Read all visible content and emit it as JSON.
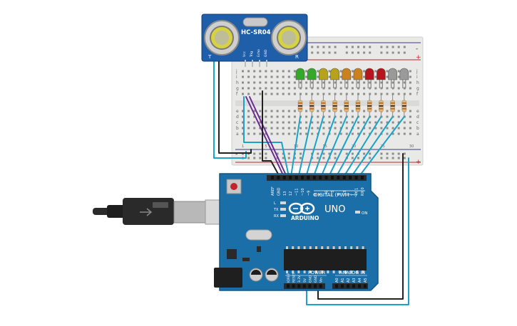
{
  "colors": {
    "wire_cyan": "#1aa3c9",
    "wire_purple": "#6a2c91",
    "wire_black": "#222222",
    "board_blue": "#1b6fa8",
    "sensor_blue": "#1f5ea8",
    "breadboard": "#e8e8e6"
  },
  "sensor": {
    "label": "HC-SR04",
    "left_mark": "T",
    "right_mark": "R",
    "pins": [
      "Vcc",
      "Trig",
      "Echo",
      "GND"
    ]
  },
  "leds": [
    {
      "color": "green"
    },
    {
      "color": "green"
    },
    {
      "color": "yellow"
    },
    {
      "color": "yellow"
    },
    {
      "color": "orange"
    },
    {
      "color": "orange"
    },
    {
      "color": "red"
    },
    {
      "color": "red"
    },
    {
      "color": "gray"
    },
    {
      "color": "gray"
    }
  ],
  "led_hex": {
    "green": "#35a82a",
    "yellow": "#b7a21a",
    "orange": "#c9821e",
    "red": "#b8141b",
    "gray": "#9a9a9a"
  },
  "breadboard": {
    "row_letters_top": [
      "j",
      "i",
      "h",
      "g",
      "f"
    ],
    "row_letters_bottom": [
      "e",
      "d",
      "c",
      "b",
      "a"
    ],
    "col_numbers": [
      "1",
      "5",
      "10",
      "15",
      "20",
      "25",
      "30"
    ],
    "rail_plus": "+",
    "rail_minus": "-"
  },
  "arduino": {
    "brand": "ARDUINO",
    "model": "UNO",
    "digital_label": "DIGITAL (PWM ~)",
    "analog_label": "ANALOG IN",
    "power_label": "POWER",
    "led_labels": [
      "L",
      "TX",
      "RX"
    ],
    "on_label": "ON",
    "top_pins": [
      "AREF",
      "GND",
      "13",
      "12",
      "~11",
      "~10",
      "~9",
      "8",
      "7",
      "~6",
      "~5",
      "4",
      "~3",
      "2",
      "TX 1",
      "RX 0"
    ],
    "power_pins": [
      "IOREF",
      "RESET",
      "3.3V",
      "5V",
      "GND",
      "GND",
      "Vin"
    ],
    "analog_pins": [
      "A0",
      "A1",
      "A2",
      "A3",
      "A4",
      "A5"
    ]
  }
}
